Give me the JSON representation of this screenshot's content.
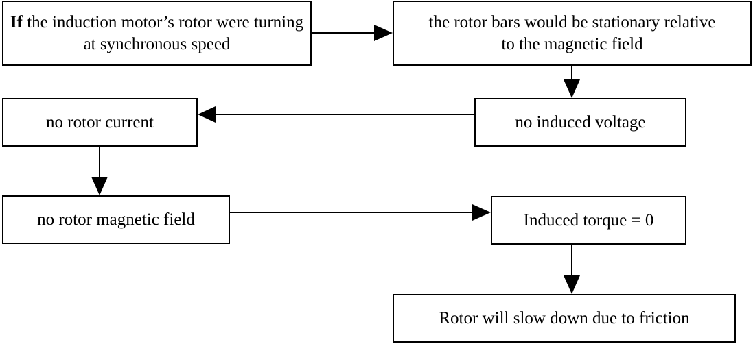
{
  "diagram": {
    "nodes": [
      {
        "id": "n1",
        "bold_prefix": "If",
        "text": " the induction motor’s rotor were turning at synchronous speed"
      },
      {
        "id": "n2",
        "text": "the rotor bars would be stationary relative to the magnetic field"
      },
      {
        "id": "n3",
        "text": "no induced voltage"
      },
      {
        "id": "n4",
        "text": "no rotor current"
      },
      {
        "id": "n5",
        "text": "no rotor magnetic field"
      },
      {
        "id": "n6",
        "text": "Induced torque = 0"
      },
      {
        "id": "n7",
        "text": "Rotor will slow down due to friction"
      }
    ],
    "edges": [
      {
        "from": "n1",
        "to": "n2"
      },
      {
        "from": "n2",
        "to": "n3"
      },
      {
        "from": "n3",
        "to": "n4"
      },
      {
        "from": "n4",
        "to": "n5"
      },
      {
        "from": "n5",
        "to": "n6"
      },
      {
        "from": "n6",
        "to": "n7"
      }
    ]
  }
}
